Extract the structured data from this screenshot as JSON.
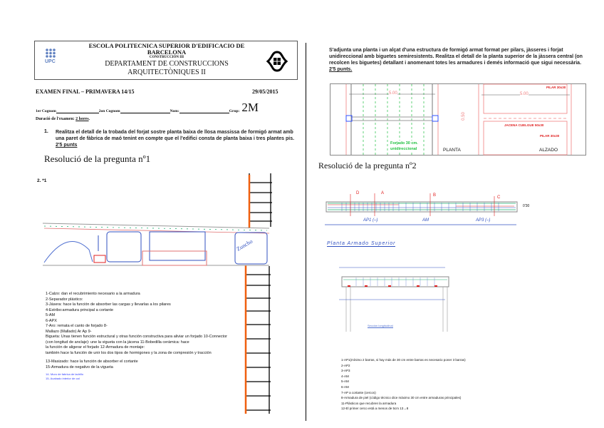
{
  "header": {
    "school": "ESCOLA POLITECNICA SUPERIOR D'EDIFICACIO DE",
    "city": "BARCELONA",
    "course": "CONSTRUCCIÓN III",
    "dept": "DEPARTAMENT DE CONSTRUCCIONS",
    "dept2": "ARQUITECTÒNIQUES II",
    "logo_text": "UPC"
  },
  "exam": {
    "title": "EXAMEN FINAL – PRIMAVERA 14/15",
    "date": "29/05/2015",
    "surname1": "1er Cognom",
    "surname2": "2on Cognom",
    "name": "Nom",
    "group_label": "Grup:",
    "group": "2M",
    "duration_label": "Duració de l'examen:",
    "duration": "2 hores"
  },
  "q1": {
    "num": "1.",
    "text": "Realitza el detall de la trobada del forjat sostre planta baixa de llosa massissa de formigó armat amb una paret de fàbrica de maó tenint en compte que el l'edifici consta de planta baixa i tres plantes pis.",
    "points": "2'5 punts",
    "resolution": "Resolució de la pregunta nº1",
    "sub": "2.   *1",
    "drawing_label": "Zuncho",
    "legend": [
      "1-Calzo: dan el recubrimiento necesario a la armadura",
      "2-Separador plástico:",
      "3-Jásera: hace la función de absorber las cargas y llevarlas a los pilares",
      "4-Estribo:armadura principal a cortante",
      "5-AM",
      "6-APX",
      "7-Aro: remata el canto de forjado 8-",
      "Mallazo (Mallado) Ar Ap 9-",
      "Bigueta: Unas tienen función estructural y otras función constructiva para aliviar un forjado 10-Connector",
      "(con longitud de anclaje): une la vigueta con la jácena 11-Bobedilla cerámica: hace",
      "la función de aligerar el forjado 12-Armadura de montaje:",
      "también hace la función de unir los dos tipos de hormigones y la zona de compresión y tracción",
      "13-Masizado: hace la función de absorber el cortante",
      "15-Armadura de negativo de la vigueta"
    ],
    "legend_blue": [
      "14- Muro de fabrica de ladrillo",
      "15- Acabado interior de cal"
    ]
  },
  "q2": {
    "text": "S'adjunta una planta i un alçat d'una estructura de formigó armat format per pilars, jàsseres i forjat unidireccional amb biguetes semiresistents. Realitza el detall de la planta superior de la jàssera central (on recolcen les biguetes) detallant i anomenant totes les armadures i demés informació que sigui necessària.",
    "points": "2'5 punts.",
    "plan": {
      "dim": "5.00",
      "slab": "Forjado 30 cm.",
      "slab2": "unidireccional",
      "label": "PLANTA",
      "dim_h": "0.50"
    },
    "elev": {
      "dim": "5.00",
      "pillar": "PILAR 30x30",
      "beam": "JACENA CUELGUE 50x30",
      "pillar2": "PILAR 30x30",
      "label": "ALZADO"
    },
    "resolution": "Resolució de la pregunta nº2",
    "beam": {
      "spans": [
        "AP1 (–)",
        "AM",
        "AP3 (–)"
      ],
      "sections": [
        "D",
        "A",
        "B",
        "C"
      ],
      "depth": "0'30"
    },
    "plan_title": "Planta Armado Superior",
    "section_title": "Sección longitudinal",
    "legend": [
      "1-AP1(mínimo 2 barras, si hay más de 30 cm entre barras es necesario poner 3 barras)",
      "2-AP2",
      "3-AP3",
      "4-AM",
      "5-AM",
      "6-AM",
      "7-AP a cortante (cercos)",
      "8-Armadura de piel (código técnico dice máximo 30 cm entre armaduras principales)",
      "11-Plásticos que recubren la armadura",
      "12-El primer cerco está a menos de 5cm 13→8"
    ]
  },
  "colors": {
    "red": "#e02020",
    "blue": "#3050c0",
    "green": "#20b070",
    "orange": "#f06010"
  }
}
